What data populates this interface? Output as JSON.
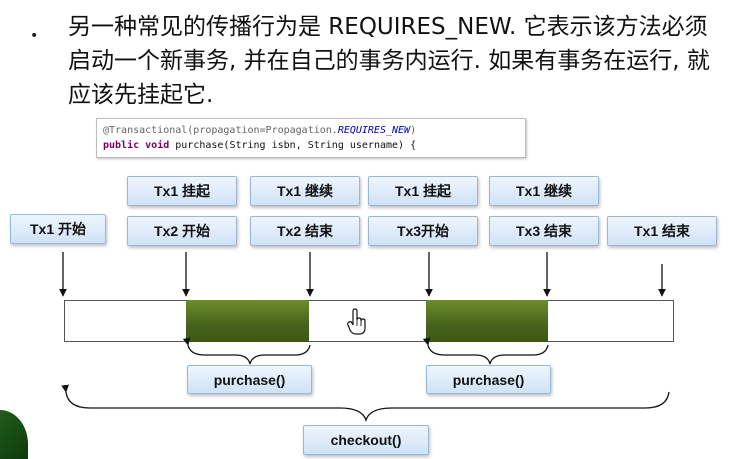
{
  "slide": {
    "bullet": "•",
    "text": "另一种常见的传播行为是 REQUIRES_NEW. 它表示该方法必须启动一个新事务, 并在自己的事务内运行. 如果有事务在运行, 就应该先挂起它."
  },
  "code": {
    "line1_prefix": "@Transactional(propagation=Propagation.",
    "line1_const": "REQUIRES_NEW",
    "line1_suffix": ")",
    "line2_kw1": "public",
    "line2_kw2": "void",
    "line2_rest": " purchase(String isbn, String username) {"
  },
  "boxes": {
    "tx1_start": "Tx1 开始",
    "tx1_suspend_1": "Tx1 挂起",
    "tx2_start": "Tx2 开始",
    "tx1_resume_1": "Tx1 继续",
    "tx2_end": "Tx2 结束",
    "tx1_suspend_2": "Tx1 挂起",
    "tx3_start": "Tx3开始",
    "tx1_resume_2": "Tx1 继续",
    "tx3_end": "Tx3 结束",
    "tx1_end": "Tx1 结束",
    "purchase_1": "purchase()",
    "purchase_2": "purchase()",
    "checkout": "checkout()"
  },
  "colors": {
    "box_fill": "#dbe9f8",
    "segment_fill": "#5a7a22",
    "background": "#ffffff"
  },
  "icons": {
    "cursor": "hand-pointer-icon"
  }
}
